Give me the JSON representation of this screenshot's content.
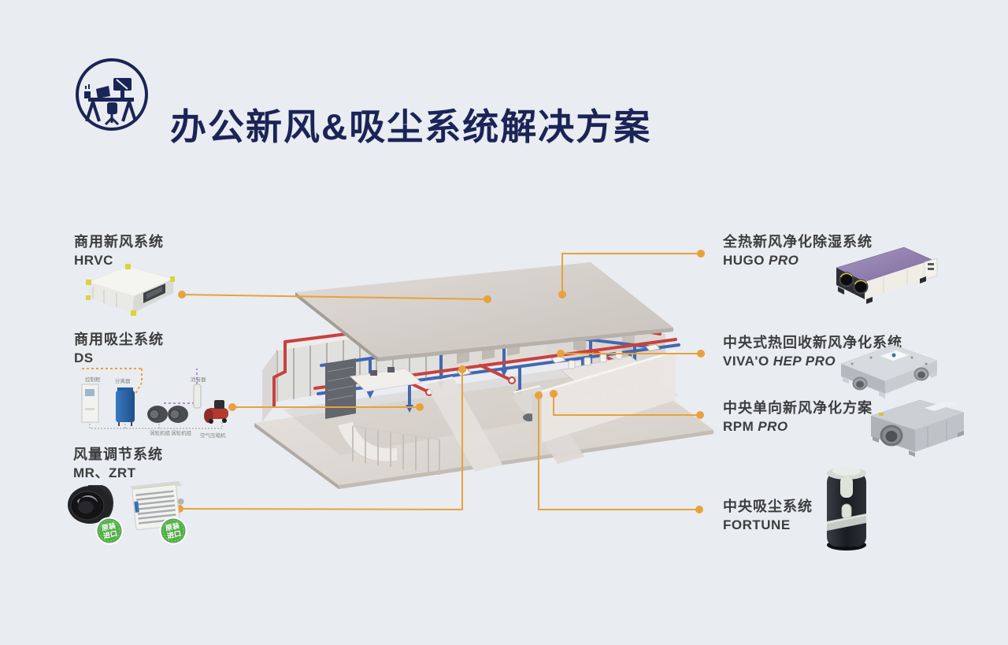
{
  "title": "办公新风&吸尘系统解决方案",
  "sections": {
    "left": [
      {
        "name": "商用新风系统",
        "model": "HRVC"
      },
      {
        "name": "商用吸尘系统",
        "model": "DS"
      },
      {
        "name": "风量调节系统",
        "model": "MR、ZRT"
      }
    ],
    "right": [
      {
        "name": "全热新风净化除湿系统",
        "model": "HUGO",
        "suffix": "PRO"
      },
      {
        "name": "中央式热回收新风净化系统",
        "model": "VIVA'O",
        "suffix": "HEP PRO"
      },
      {
        "name": "中央单向新风净化方案",
        "model": "RPM",
        "suffix": "PRO"
      },
      {
        "name": "中央吸尘系统",
        "model": "FORTUNE",
        "suffix": ""
      }
    ]
  },
  "ds_diagram": {
    "cabinet": "控制柜",
    "separator": "分离器",
    "turbine1": "涡轮机组",
    "turbine2": "涡轮机组",
    "silencer": "消音器",
    "compressor": "空气压缩机"
  },
  "badge": {
    "line1": "原装",
    "line2": "进口"
  },
  "colors": {
    "background": "#e9ecf1",
    "title_navy": "#1b2456",
    "label_gray": "#3d3d3d",
    "connector_orange": "#e8a23c",
    "duct_red": "#c9413e",
    "duct_blue": "#4368b0",
    "badge_green": "#54ae4b"
  }
}
